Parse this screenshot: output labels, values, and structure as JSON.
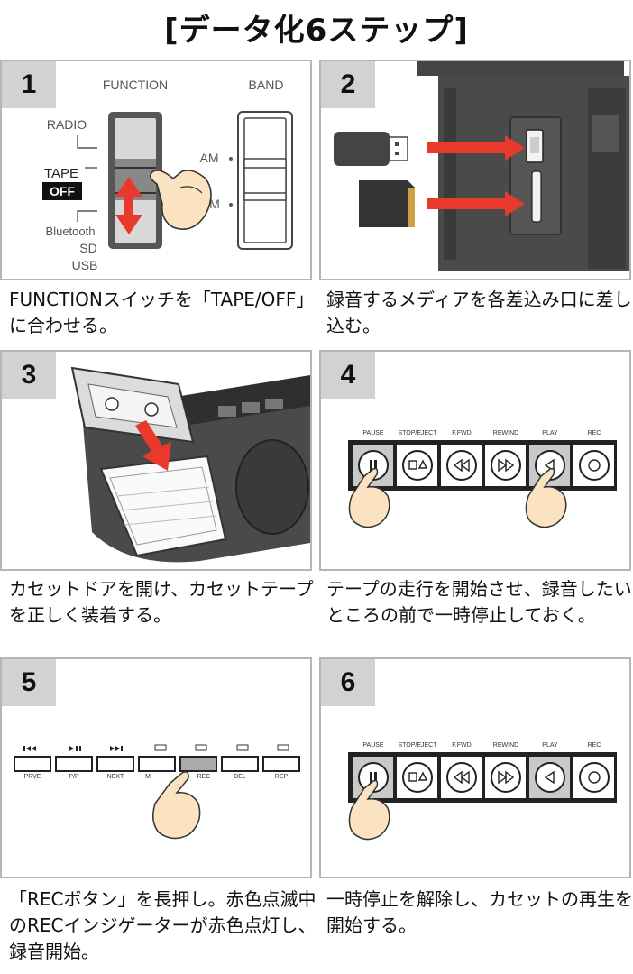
{
  "title": "[データ化6ステップ]",
  "steps": [
    {
      "number": "1",
      "caption": "FUNCTIONスイッチを「TAPE/OFF」に合わせる。",
      "labels": {
        "function": "FUNCTION",
        "band": "BAND",
        "radio": "RADIO",
        "tape": "TAPE",
        "off": "OFF",
        "bluetooth": "Bluetooth",
        "sd": "SD",
        "usb": "USB",
        "am": "AM",
        "fm": "M"
      }
    },
    {
      "number": "2",
      "caption": "録音するメディアを各差込み口に差し込む。"
    },
    {
      "number": "3",
      "caption": "カセットドアを開け、カセットテープを正しく装着する。"
    },
    {
      "number": "4",
      "caption": "テープの走行を開始させ、録音したいところの前で一時停止しておく。",
      "buttons": [
        "PAUSE",
        "STOP/EJECT",
        "F.FWD",
        "REWIND",
        "PLAY",
        "REC"
      ]
    },
    {
      "number": "5",
      "caption": "「RECボタン」を長押し。赤色点滅中のRECインジゲーターが赤色点灯し、録音開始。",
      "buttons": [
        "PRVE",
        "P/P",
        "NEXT",
        "M",
        "REC",
        "DEL",
        "REP"
      ]
    },
    {
      "number": "6",
      "caption": "一時停止を解除し、カセットの再生を開始する。",
      "buttons": [
        "PAUSE",
        "STOP/EJECT",
        "F.FWD",
        "REWIND",
        "PLAY",
        "REC"
      ]
    }
  ],
  "colors": {
    "arrow_red": "#e8392c",
    "badge_gray": "#d2d2d2",
    "device_dark": "#555555",
    "hand_skin": "#fbe3c2"
  }
}
